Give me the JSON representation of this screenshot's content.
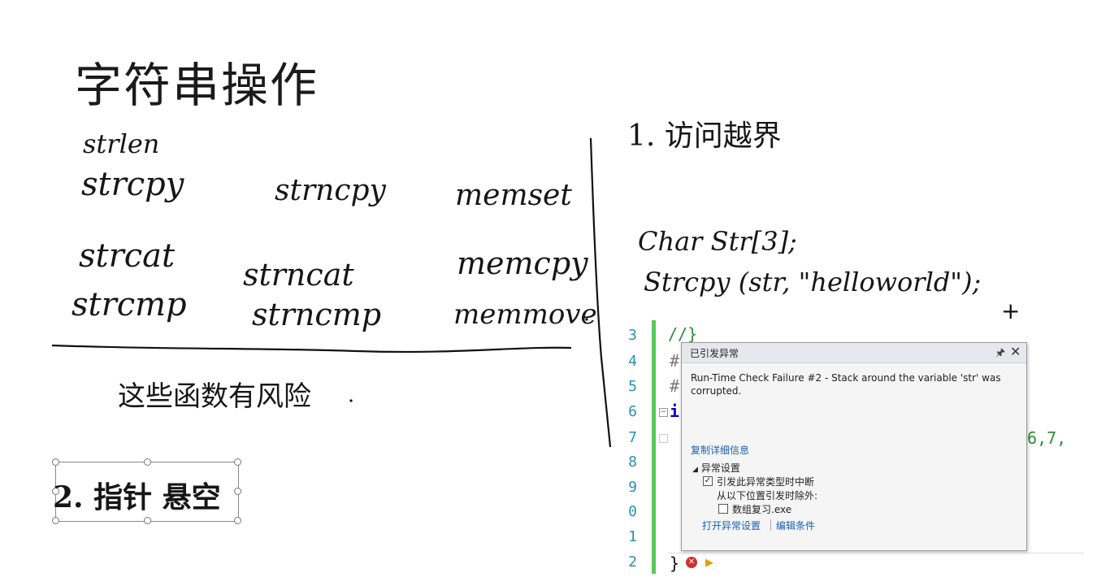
{
  "slide": {
    "title": "字符串操作",
    "functions": {
      "col1": [
        "strlen",
        "strcpy",
        "strcat",
        "strcmp"
      ],
      "col2": [
        "strncpy",
        "strncat",
        "strncmp"
      ],
      "col3": [
        "memset",
        "memcpy",
        "memmove"
      ]
    },
    "risk_note": "这些函数有风险",
    "point1": "1. 访问越界",
    "code_line1": "Char Str[3];",
    "code_line2": "Strcpy (str, \"helloworld\");",
    "point2": "2. 指针 悬空"
  },
  "editor": {
    "line_numbers": [
      "3",
      "4",
      "5",
      "6",
      "7",
      "8",
      "9",
      "0",
      "1",
      "2"
    ],
    "code_fragments": {
      "line3": "//}",
      "line4": "#",
      "line5": "#",
      "line6": "i",
      "line7_tail": ",6,7,"
    },
    "status_brace": "}"
  },
  "exception_popup": {
    "title": "已引发异常",
    "message": "Run-Time Check Failure #2 - Stack around the variable 'str' was corrupted.",
    "copy_details_link": "复制详细信息",
    "settings_header": "异常设置",
    "break_when_thrown_label": "引发此异常类型时中断",
    "break_when_thrown_checked": true,
    "except_from_label": "从以下位置引发时除外:",
    "except_exe_label": "数组复习.exe",
    "except_exe_checked": false,
    "open_settings_link": "打开异常设置",
    "edit_conditions_link": "编辑条件"
  },
  "icons": {
    "pin": "pin-icon",
    "close": "close-icon",
    "error": "error-icon",
    "warning": "warning-icon",
    "cursor": "crosshair-cursor-icon"
  },
  "colors": {
    "gutter_green": "#5cc85c",
    "link_blue": "#1a5fb4",
    "line_number_blue": "#2b91af",
    "error_red": "#d32f2f"
  }
}
